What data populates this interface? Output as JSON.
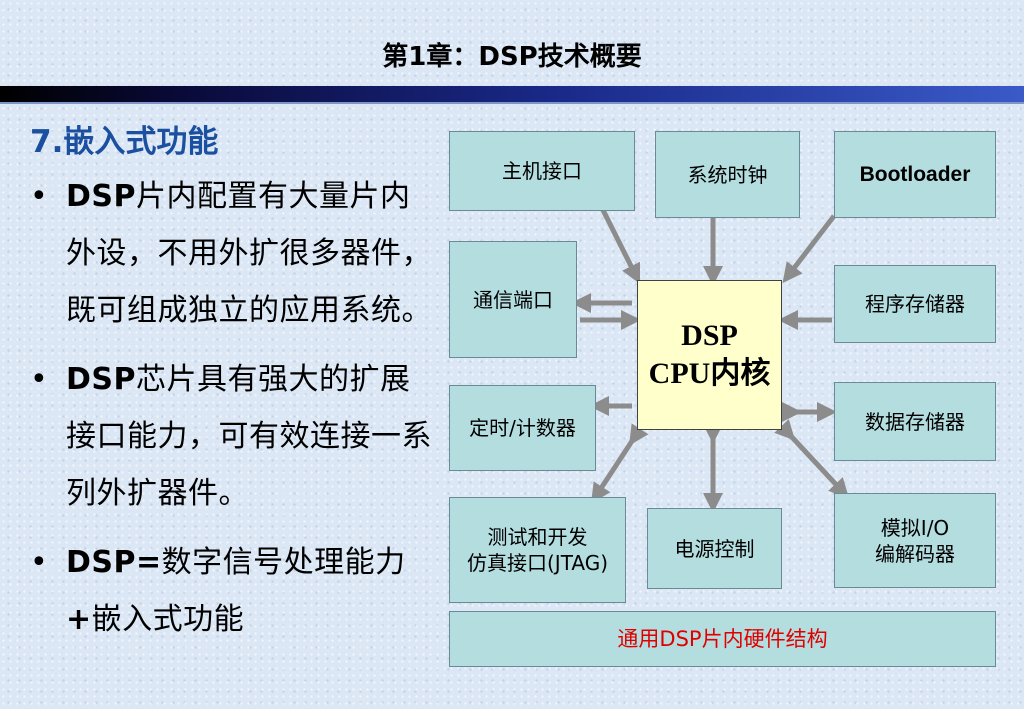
{
  "slide": {
    "title_prefix": "第",
    "title_num": "1",
    "title_suffix": "章：",
    "title_dsp": "DSP",
    "title_rest": "技术概要"
  },
  "left": {
    "heading": "7.嵌入式功能",
    "bullets": [
      {
        "bold": "DSP",
        "text": "片内配置有大量片内外设，不用外扩很多器件，既可组成独立的应用系统。"
      },
      {
        "bold": "DSP",
        "text": "芯片具有强大的扩展接口能力，可有效连接一系列外扩器件。"
      },
      {
        "bold": "DSP=",
        "text": "数字信号处理能力",
        "bold2": "+",
        "text2": "嵌入式功能"
      }
    ],
    "bullet_glyph": "•"
  },
  "diagram": {
    "core_line1": "DSP",
    "core_line2": "CPU内核",
    "boxes": {
      "host": "主机接口",
      "clock": "系统时钟",
      "boot": "Bootloader",
      "comm": "通信端口",
      "prog": "程序存储器",
      "timer": "定时/计数器",
      "data": "数据存储器",
      "jtag_line1": "测试和开发",
      "jtag_line2": "仿真接口(JTAG)",
      "power": "电源控制",
      "io_line1": "模拟I/O",
      "io_line2": "编解码器"
    },
    "caption": "通用DSP片内硬件结构"
  },
  "colors": {
    "box_fill": "#b4dde0",
    "core_fill": "#ffffcc",
    "arrow": "#8c8c8c",
    "heading": "#1b4fa0",
    "caption_text": "#e00000"
  }
}
